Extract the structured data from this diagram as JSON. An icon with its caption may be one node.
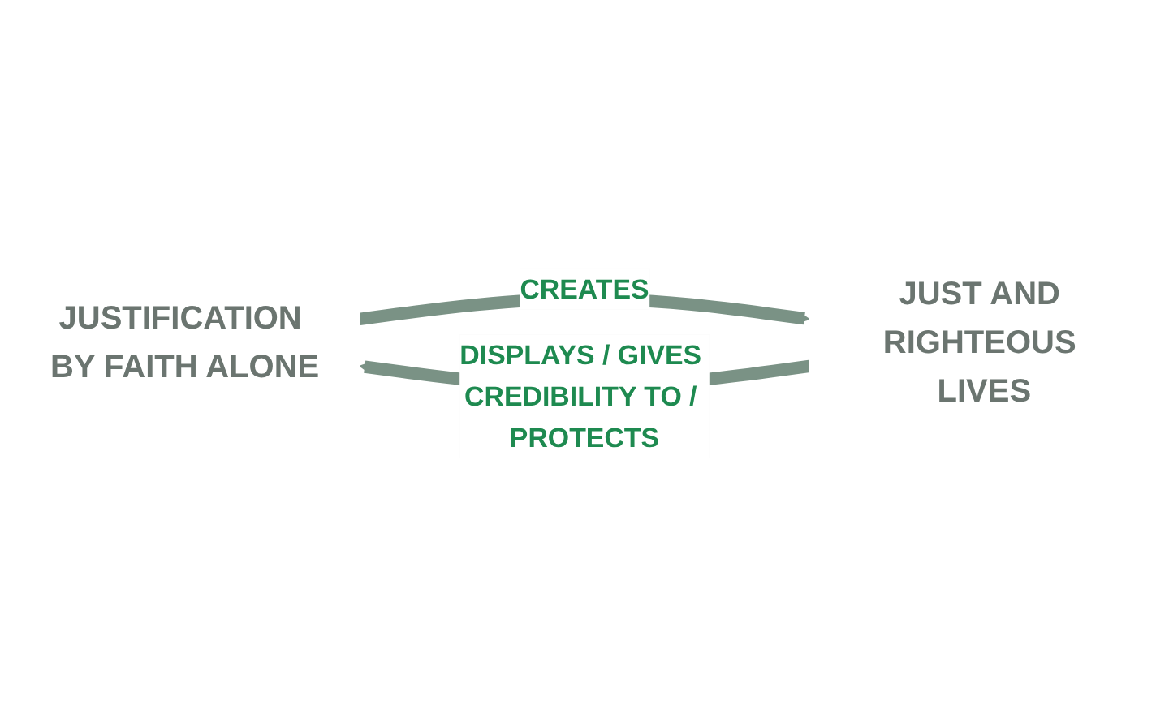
{
  "diagram": {
    "nodes": [
      {
        "text": [
          "JUSTIFICATION BY FAITH ALONE"
        ]
      },
      {
        "text": [
          "JUST AND RIGHTEOUS LIVES"
        ]
      }
    ],
    "edges": [
      {
        "from": 0,
        "to": 1,
        "arrow": "to",
        "label": "CREATES"
      },
      {
        "from": 1,
        "to": 0,
        "arrow": "to",
        "label": "DISPLAYS / GIVES CREDIBILITY TO / PROTECTS"
      }
    ]
  }
}
